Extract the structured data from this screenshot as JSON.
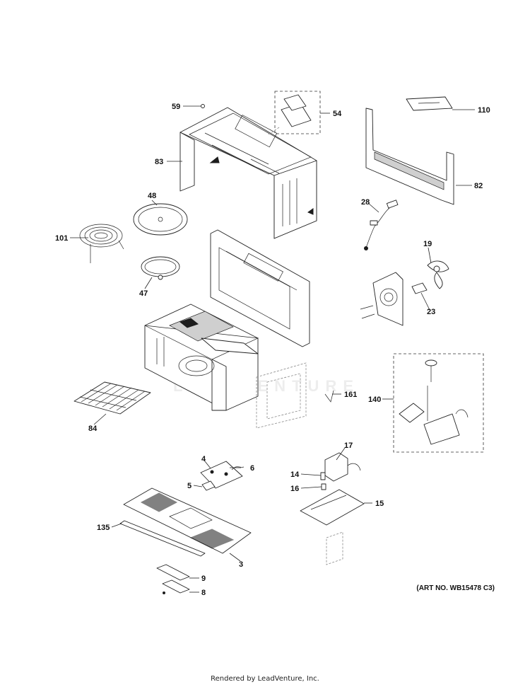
{
  "art_number": "(ART NO. WB15478 C3)",
  "credit": "Rendered by LeadVenture, Inc.",
  "watermark": "LEADVENTURE",
  "callouts": [
    "59",
    "54",
    "110",
    "83",
    "82",
    "48",
    "28",
    "101",
    "19",
    "47",
    "23",
    "161",
    "140",
    "84",
    "17",
    "4",
    "6",
    "14",
    "5",
    "16",
    "15",
    "135",
    "3",
    "9",
    "8"
  ]
}
